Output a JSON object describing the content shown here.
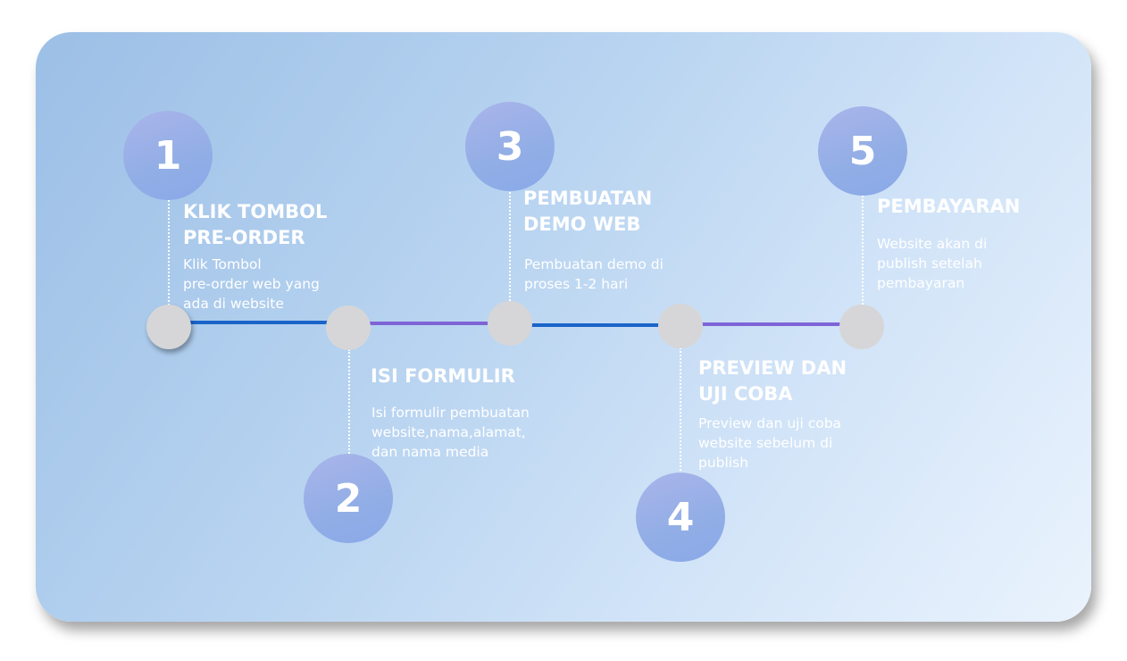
{
  "colors": {
    "line_blue": "#1a64c9",
    "line_purple": "#7e64d6",
    "dot": "#d6d6d8",
    "text": "#ffffff"
  },
  "steps": [
    {
      "number": "1",
      "title": "KLIK TOMBOL\nPRE-ORDER",
      "description": "Klik Tombol\npre-order  web yang\nada di website"
    },
    {
      "number": "2",
      "title": "ISI FORMULIR",
      "description": "Isi formulir pembuatan\nwebsite,nama,alamat,\ndan nama media"
    },
    {
      "number": "3",
      "title": "PEMBUATAN\nDEMO WEB",
      "description": "Pembuatan demo di\nproses 1-2 hari"
    },
    {
      "number": "4",
      "title": "PREVIEW DAN\nUJI COBA",
      "description": "Preview dan uji coba\nwebsite sebelum di\npublish"
    },
    {
      "number": "5",
      "title": "PEMBAYARAN",
      "description": "Website akan di\npublish setelah\npembayaran"
    }
  ]
}
